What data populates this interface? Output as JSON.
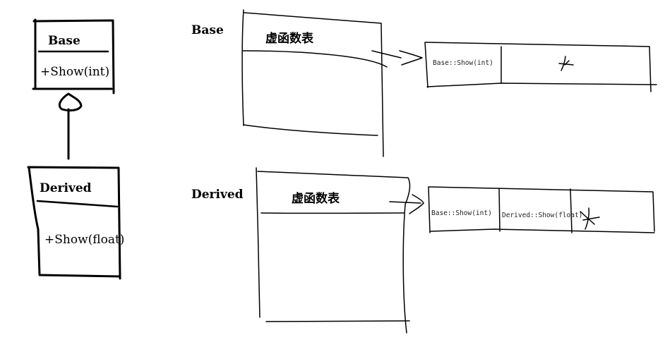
{
  "uml": {
    "base": {
      "name": "Base",
      "method": "+Show(int)"
    },
    "derived": {
      "name": "Derived",
      "method": "+Show(float)"
    }
  },
  "objects": {
    "base": {
      "label": "Base",
      "vtable_field": "虚函数表"
    },
    "derived": {
      "label": "Derived",
      "vtable_field": "虚函数表"
    }
  },
  "vtables": {
    "base": {
      "entries": [
        "Base::Show(int)"
      ]
    },
    "derived": {
      "entries": [
        "Base::Show(int)",
        "Derived::Show(float)"
      ]
    }
  }
}
